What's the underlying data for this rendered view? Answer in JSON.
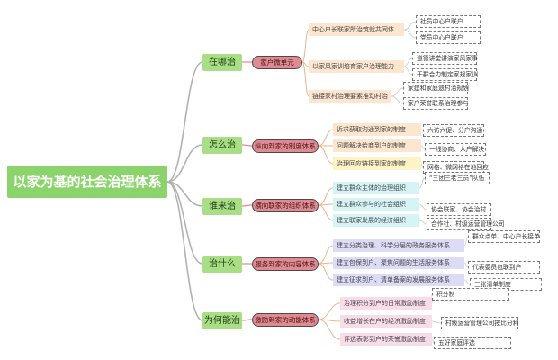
{
  "root": "以家为基的社会治理体系",
  "colors": {
    "root": "#8bd46c",
    "level1": "#a9dd86",
    "level2": "#e08a92",
    "tier_orange": "#fde6cf",
    "tier_yellow": "#fdf3c4",
    "tier_cyan": "#d6f4f6",
    "tier_purple": "#dcdcf6",
    "tier_pink": "#f8dde8",
    "branch_line": "#b2b2b2"
  },
  "branches": [
    {
      "label": "在哪治",
      "mid": "家户微单元",
      "items": [
        {
          "text": "中心户长联家所治筑就共同体",
          "leaves": [
            "社员中心户联户",
            "党员中心户联户"
          ]
        },
        {
          "text": "以家风家训培育家户治理能力",
          "leaves": [
            "道德讲堂讲演家风家事",
            "干群合力制定家规家训"
          ]
        },
        {
          "text": "链接家村治理要素推动村治",
          "leaves": [
            "家建和家庭遗村治规划",
            "家户荣誉联系治理参与"
          ]
        }
      ]
    },
    {
      "label": "怎么治",
      "mid": "纵向到家的制度体系",
      "items": [
        {
          "text": "诉求获取沟通到家的制度",
          "leaves": [
            "六访六促、分户沟通"
          ]
        },
        {
          "text": "问题解决给商到户的制度",
          "leaves": [
            "一线协商、入户解决"
          ]
        },
        {
          "text": "治理回应链接到家的制度",
          "leaves": [
            "网格、微网格在地回应"
          ]
        }
      ]
    },
    {
      "label": "谁来治",
      "mid": "横向联家的组织体系",
      "items": [
        {
          "text": "建立群众主体的治理组织",
          "leaves": [
            "“三团三老三员”队伍"
          ]
        },
        {
          "text": "建立群众参与的社会组织",
          "leaves": [
            "协会联家、协会治村"
          ]
        },
        {
          "text": "建立联家发展的经济组织",
          "leaves": [
            "合作社、村级运营管理公司"
          ]
        }
      ]
    },
    {
      "label": "治什么",
      "mid": "服务到家的内容体系",
      "items": [
        {
          "text": "建立分类治理、科学分层的政务服务体系",
          "leaves": [
            "群众点单、中心户长接单"
          ]
        },
        {
          "text": "建立包保到户、聚焦问题的生活服务体系",
          "leaves": [
            "代表委员包联到户"
          ]
        },
        {
          "text": "建立征求到户、清单备案的发展服务体系",
          "leaves": [
            "三张清单制度"
          ]
        }
      ]
    },
    {
      "label": "为何能治",
      "mid": "激励到家的动能体系",
      "items": [
        {
          "text": "治理积分到户的日常激励制度",
          "leaves": [
            "积分制"
          ]
        },
        {
          "text": "收益增长在户的经济激励制度",
          "leaves": [
            "村级运营管理公司按比分利"
          ]
        },
        {
          "text": "评选表彰到户的荣誉激励制度",
          "leaves": [
            "五好家庭评选"
          ]
        }
      ]
    }
  ]
}
